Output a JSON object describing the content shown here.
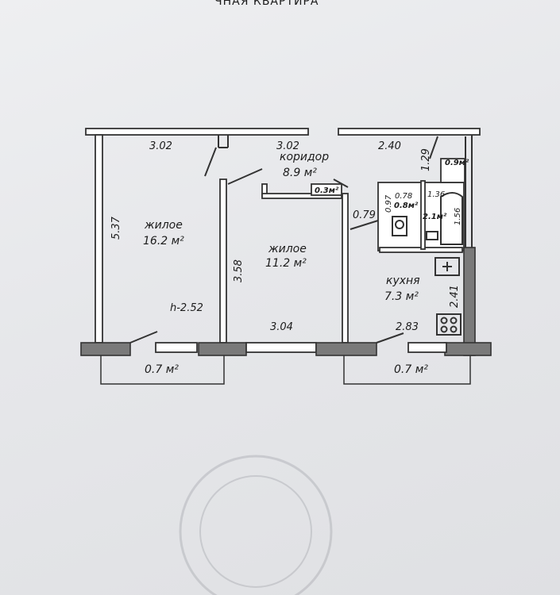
{
  "header": {
    "partial_title": "ЧНАЯ КВАРТИРА"
  },
  "rooms": {
    "living1": {
      "name": "жилое",
      "area": "16.2 м²",
      "height": "h-2.52"
    },
    "living2": {
      "name": "жилое",
      "area": "11.2 м²"
    },
    "corridor": {
      "name": "коридор",
      "area": "8.9 м²"
    },
    "closet": {
      "area": "0.3м²"
    },
    "storage": {
      "area": "0.9м²"
    },
    "toilet": {
      "area": "0.8м²"
    },
    "bath": {
      "area": "2.1м²"
    },
    "kitchen": {
      "name": "кухня",
      "area": "7.3 м²"
    }
  },
  "balconies": {
    "left": {
      "area": "0.7 м²"
    },
    "right": {
      "area": "0.7 м²"
    }
  },
  "dimensions": {
    "top_left": "3.02",
    "top_mid": "3.02",
    "top_right": "2.40",
    "left_height": "5.37",
    "mid_height": "3.58",
    "bottom_mid": "3.04",
    "bottom_right": "2.83",
    "kitchen_height": "2.41",
    "corridor_depth": "0.79",
    "storage_height": "1.29",
    "toilet_width": "0.78",
    "toilet_depth": "0.97",
    "bath_width": "1.36",
    "bath_depth": "1.56"
  }
}
